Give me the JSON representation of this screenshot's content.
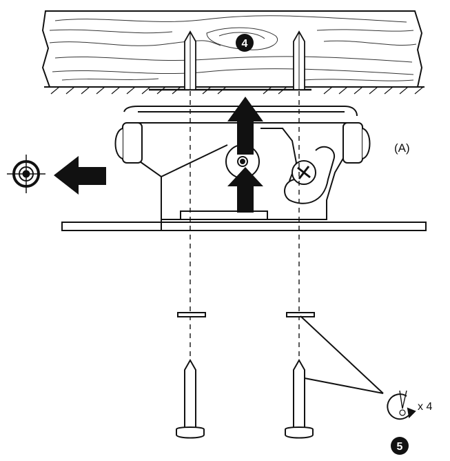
{
  "diagram": {
    "step_top": "4",
    "step_bottom": "5",
    "part_label": "(A)",
    "screw_count": "x 4",
    "icons": {
      "target": "crosshair-target-icon",
      "left_arrow": "arrow-left-icon",
      "up_arrow": "arrow-up-icon",
      "rotate_screw": "rotate-screwdriver-icon"
    },
    "colors": {
      "ink": "#111111",
      "paper": "#ffffff"
    }
  }
}
